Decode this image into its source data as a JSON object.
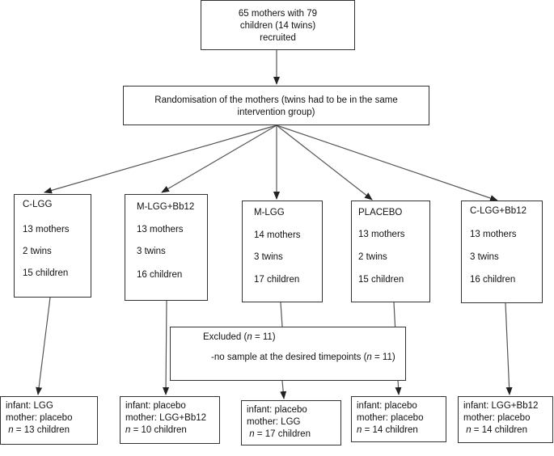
{
  "top_box": {
    "line1": "65 mothers with 79",
    "line2": "children (14 twins)",
    "line3": "recruited"
  },
  "random_box": {
    "line1": "Randomisation of the mothers (twins had to be in the same",
    "line2": "intervention group)"
  },
  "arms": [
    {
      "name": "C-LGG",
      "mothers": "13 mothers",
      "twins": "2 twins",
      "children": "15 children"
    },
    {
      "name": "M-LGG+Bb12",
      "mothers": "13 mothers",
      "twins": "3 twins",
      "children": "16 children"
    },
    {
      "name": "M-LGG",
      "mothers": "14 mothers",
      "twins": "3 twins",
      "children": "17 children"
    },
    {
      "name": "PLACEBO",
      "mothers": "13 mothers",
      "twins": "2 twins",
      "children": "15 children"
    },
    {
      "name": "C-LGG+Bb12",
      "mothers": "13 mothers",
      "twins": "3 twins",
      "children": "16 children"
    }
  ],
  "excluded": {
    "title_pre": "Excluded (",
    "title_n": "n",
    "title_post": " = 11)",
    "reason_pre": "-no sample at the desired timepoints (",
    "reason_n": "n",
    "reason_post": " = 11)"
  },
  "results": [
    {
      "infant": "infant: LGG",
      "mother": "mother: placebo",
      "n_label": "n",
      "count": " = 13 children"
    },
    {
      "infant": "infant: placebo",
      "mother": "mother: LGG+Bb12",
      "n_label": "n",
      "count": " = 10 children"
    },
    {
      "infant": "infant: placebo",
      "mother": "mother: LGG",
      "n_label": "n",
      "count": " = 17 children"
    },
    {
      "infant": "infant: placebo",
      "mother": "mother: placebo",
      "n_label": "n",
      "count": " = 14 children"
    },
    {
      "infant": "infant: LGG+Bb12",
      "mother": "mother: placebo",
      "n_label": "n",
      "count": " = 14 children"
    }
  ]
}
